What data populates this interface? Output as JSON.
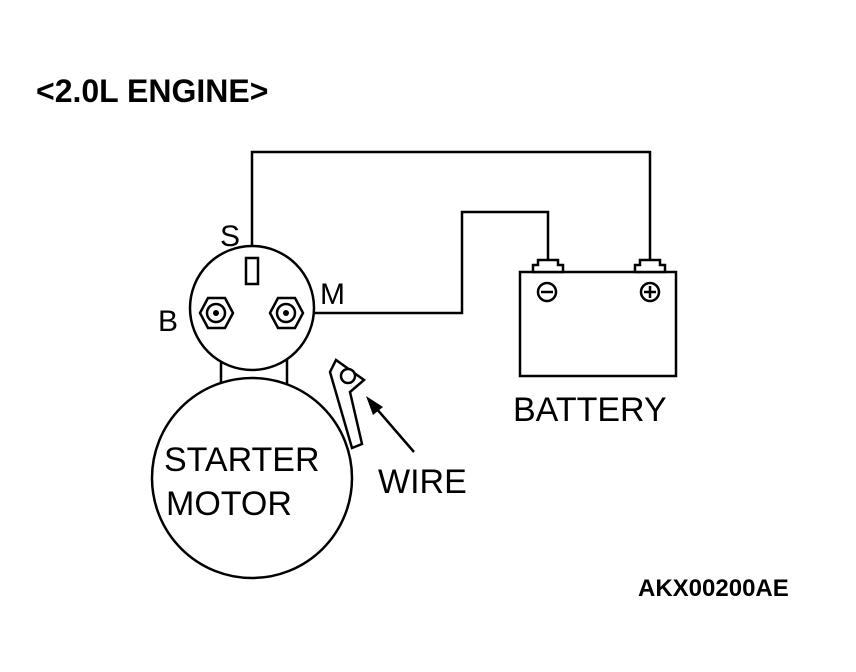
{
  "title": "<2.0L ENGINE>",
  "terminals": {
    "s": "S",
    "m": "M",
    "b": "B"
  },
  "starter_motor": {
    "line1": "STARTER",
    "line2": "MOTOR"
  },
  "battery": {
    "label": "BATTERY",
    "negative_symbol": "minus-icon",
    "positive_symbol": "plus-icon"
  },
  "wire_label": "WIRE",
  "figure_code": "AKX00200AE"
}
